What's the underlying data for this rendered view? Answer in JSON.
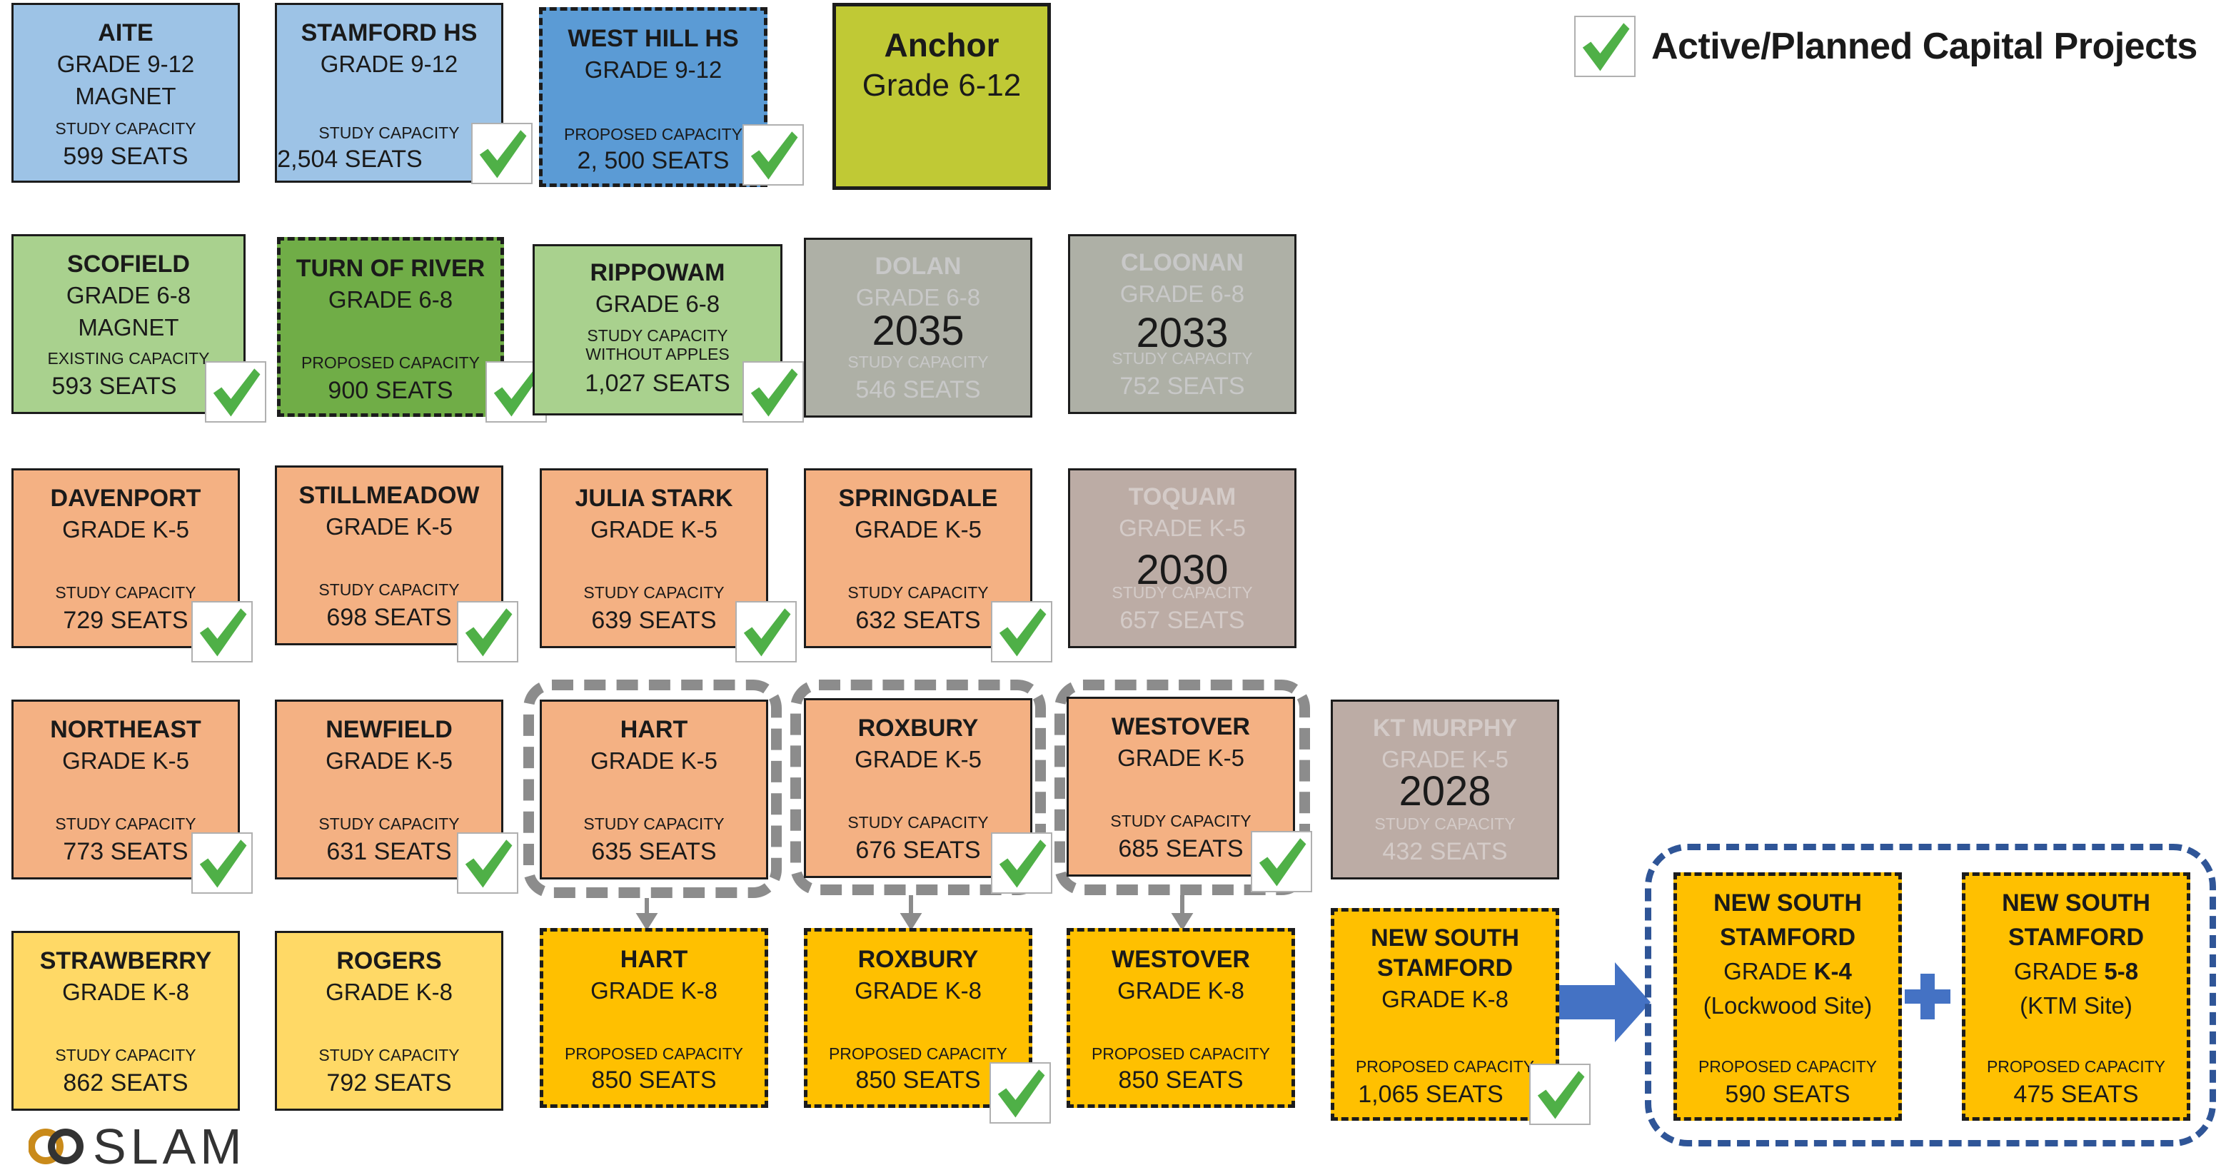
{
  "legend": {
    "label": "Active/Planned Capital Projects",
    "icon": "green-checkmark-icon"
  },
  "high_schools": [
    {
      "name": "AITE",
      "grade": "GRADE 9-12",
      "extra": "MAGNET",
      "cap_label": "STUDY CAPACITY",
      "seats": "599 SEATS"
    },
    {
      "name": "STAMFORD HS",
      "grade": "GRADE 9-12",
      "cap_label": "STUDY CAPACITY",
      "seats": "2,504 SEATS"
    },
    {
      "name": "WEST HILL HS",
      "grade": "GRADE 9-12",
      "cap_label": "PROPOSED CAPACITY",
      "seats": "2, 500 SEATS"
    },
    {
      "name": "Anchor",
      "grade": "Grade 6-12"
    }
  ],
  "middle_schools": [
    {
      "name": "SCOFIELD",
      "grade": "GRADE 6-8",
      "extra": "MAGNET",
      "cap_label": "EXISTING CAPACITY",
      "seats": "593 SEATS"
    },
    {
      "name": "TURN OF RIVER",
      "grade": "GRADE 6-8",
      "cap_label": "PROPOSED CAPACITY",
      "seats": "900 SEATS"
    },
    {
      "name": "RIPPOWAM",
      "grade": "GRADE 6-8",
      "cap_label": "STUDY CAPACITY WITHOUT APPLES",
      "seats": "1,027 SEATS"
    },
    {
      "name": "DOLAN",
      "grade": "GRADE 6-8",
      "year": "2035",
      "cap_label": "STUDY CAPACITY",
      "seats": "546 SEATS"
    },
    {
      "name": "CLOONAN",
      "grade": "GRADE 6-8",
      "year": "2033",
      "cap_label": "STUDY CAPACITY",
      "seats": "752 SEATS"
    }
  ],
  "elementary_row1": [
    {
      "name": "DAVENPORT",
      "grade": "GRADE K-5",
      "cap_label": "STUDY CAPACITY",
      "seats": "729 SEATS"
    },
    {
      "name": "STILLMEADOW",
      "grade": "GRADE K-5",
      "cap_label": "STUDY CAPACITY",
      "seats": "698 SEATS"
    },
    {
      "name": "JULIA STARK",
      "grade": "GRADE K-5",
      "cap_label": "STUDY CAPACITY",
      "seats": "639 SEATS"
    },
    {
      "name": "SPRINGDALE",
      "grade": "GRADE K-5",
      "cap_label": "STUDY CAPACITY",
      "seats": "632 SEATS"
    },
    {
      "name": "TOQUAM",
      "grade": "GRADE K-5",
      "year": "2030",
      "cap_label": "STUDY CAPACITY",
      "seats": "657 SEATS"
    }
  ],
  "elementary_row2": [
    {
      "name": "NORTHEAST",
      "grade": "GRADE K-5",
      "cap_label": "STUDY CAPACITY",
      "seats": "773 SEATS"
    },
    {
      "name": "NEWFIELD",
      "grade": "GRADE K-5",
      "cap_label": "STUDY CAPACITY",
      "seats": "631 SEATS"
    },
    {
      "name": "HART",
      "grade": "GRADE K-5",
      "cap_label": "STUDY CAPACITY",
      "seats": "635 SEATS"
    },
    {
      "name": "ROXBURY",
      "grade": "GRADE K-5",
      "cap_label": "STUDY CAPACITY",
      "seats": "676 SEATS"
    },
    {
      "name": "WESTOVER",
      "grade": "GRADE K-5",
      "cap_label": "STUDY CAPACITY",
      "seats": "685 SEATS"
    },
    {
      "name": "KT MURPHY",
      "grade": "GRADE K-5",
      "year": "2028",
      "cap_label": "STUDY CAPACITY",
      "seats": "432 SEATS"
    }
  ],
  "k8_row": [
    {
      "name": "STRAWBERRY",
      "grade": "GRADE K-8",
      "cap_label": "STUDY CAPACITY",
      "seats": "862 SEATS"
    },
    {
      "name": "ROGERS",
      "grade": "GRADE K-8",
      "cap_label": "STUDY CAPACITY",
      "seats": "792 SEATS"
    },
    {
      "name": "HART",
      "grade": "GRADE K-8",
      "cap_label": "PROPOSED CAPACITY",
      "seats": "850 SEATS"
    },
    {
      "name": "ROXBURY",
      "grade": "GRADE K-8",
      "cap_label": "PROPOSED CAPACITY",
      "seats": "850 SEATS"
    },
    {
      "name": "WESTOVER",
      "grade": "GRADE K-8",
      "cap_label": "PROPOSED CAPACITY",
      "seats": "850 SEATS"
    },
    {
      "name": "NEW SOUTH STAMFORD",
      "grade": "GRADE K-8",
      "cap_label": "PROPOSED CAPACITY",
      "seats": "1,065 SEATS"
    }
  ],
  "new_south": [
    {
      "name": "NEW SOUTH STAMFORD",
      "grade_prefix": "GRADE ",
      "grade_bold": "K-4",
      "site": "(Lockwood Site)",
      "cap_label": "PROPOSED CAPACITY",
      "seats": "590 SEATS"
    },
    {
      "name": "NEW SOUTH STAMFORD",
      "grade_prefix": "GRADE ",
      "grade_bold": "5-8",
      "site": "(KTM Site)",
      "cap_label": "PROPOSED CAPACITY",
      "seats": "475 SEATS"
    }
  ],
  "logo": {
    "text": "SLAM"
  },
  "colors": {
    "high_school": "#9dc3e6",
    "high_school_planned": "#5b9bd5",
    "anchor": "#c0c935",
    "middle_school": "#a9d18e",
    "middle_school_planned": "#70ad47",
    "closing": "#aeb0a6",
    "elementary": "#f4b183",
    "k8": "#ffd966",
    "k8_proposed": "#ffc000",
    "check": "#4fb047",
    "group_border": "#8c8c8c",
    "new_south_border": "#2f5597",
    "arrow": "#4472c4"
  }
}
